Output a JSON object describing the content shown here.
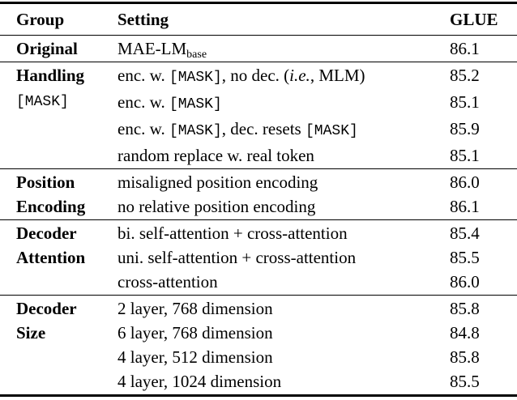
{
  "page": {
    "background_color": "#ffffff",
    "text_color": "#000000",
    "rule_color": "#000000"
  },
  "table": {
    "columns": [
      "Group",
      "Setting",
      "GLUE"
    ],
    "sections": [
      {
        "group": [
          {
            "t": "Original",
            "s": "bold"
          }
        ],
        "rows": [
          {
            "setting": [
              {
                "t": "MAE-LM",
                "s": ""
              },
              {
                "t": "base",
                "s": "sub"
              }
            ],
            "glue": "86.1"
          }
        ]
      },
      {
        "group": [
          {
            "t": "Handling",
            "s": "bold"
          },
          {
            "t": "[MASK]",
            "s": "mono"
          }
        ],
        "rows": [
          {
            "setting": [
              {
                "t": "enc. w. ",
                "s": ""
              },
              {
                "t": "[MASK]",
                "s": "mono"
              },
              {
                "t": ", no dec. (",
                "s": ""
              },
              {
                "t": "i.e.",
                "s": "italic"
              },
              {
                "t": ", MLM)",
                "s": ""
              }
            ],
            "glue": "85.2"
          },
          {
            "setting": [
              {
                "t": "enc. w. ",
                "s": ""
              },
              {
                "t": "[MASK]",
                "s": "mono"
              }
            ],
            "glue": "85.1"
          },
          {
            "setting": [
              {
                "t": "enc. w. ",
                "s": ""
              },
              {
                "t": "[MASK]",
                "s": "mono"
              },
              {
                "t": ", dec. resets ",
                "s": ""
              },
              {
                "t": "[MASK]",
                "s": "mono"
              }
            ],
            "glue": "85.9"
          },
          {
            "setting": [
              {
                "t": "random replace w. real token",
                "s": ""
              }
            ],
            "glue": "85.1"
          }
        ]
      },
      {
        "group": [
          {
            "t": "Position",
            "s": "bold"
          },
          {
            "t": "Encoding",
            "s": "bold"
          }
        ],
        "rows": [
          {
            "setting": [
              {
                "t": "misaligned position encoding",
                "s": ""
              }
            ],
            "glue": "86.0"
          },
          {
            "setting": [
              {
                "t": "no relative position encoding",
                "s": ""
              }
            ],
            "glue": "86.1"
          }
        ]
      },
      {
        "group": [
          {
            "t": "Decoder",
            "s": "bold"
          },
          {
            "t": "Attention",
            "s": "bold"
          }
        ],
        "rows": [
          {
            "setting": [
              {
                "t": "bi. self-attention + cross-attention",
                "s": ""
              }
            ],
            "glue": "85.4"
          },
          {
            "setting": [
              {
                "t": "uni. self-attention + cross-attention",
                "s": ""
              }
            ],
            "glue": "85.5"
          },
          {
            "setting": [
              {
                "t": "cross-attention",
                "s": ""
              }
            ],
            "glue": "86.0"
          }
        ]
      },
      {
        "group": [
          {
            "t": "Decoder",
            "s": "bold"
          },
          {
            "t": "Size",
            "s": "bold"
          }
        ],
        "rows": [
          {
            "setting": [
              {
                "t": "2 layer, 768 dimension",
                "s": ""
              }
            ],
            "glue": "85.8"
          },
          {
            "setting": [
              {
                "t": "6 layer, 768 dimension",
                "s": ""
              }
            ],
            "glue": "84.8"
          },
          {
            "setting": [
              {
                "t": "4 layer, 512 dimension",
                "s": ""
              }
            ],
            "glue": "85.8"
          },
          {
            "setting": [
              {
                "t": "4 layer, 1024 dimension",
                "s": ""
              }
            ],
            "glue": "85.5"
          }
        ]
      }
    ]
  }
}
